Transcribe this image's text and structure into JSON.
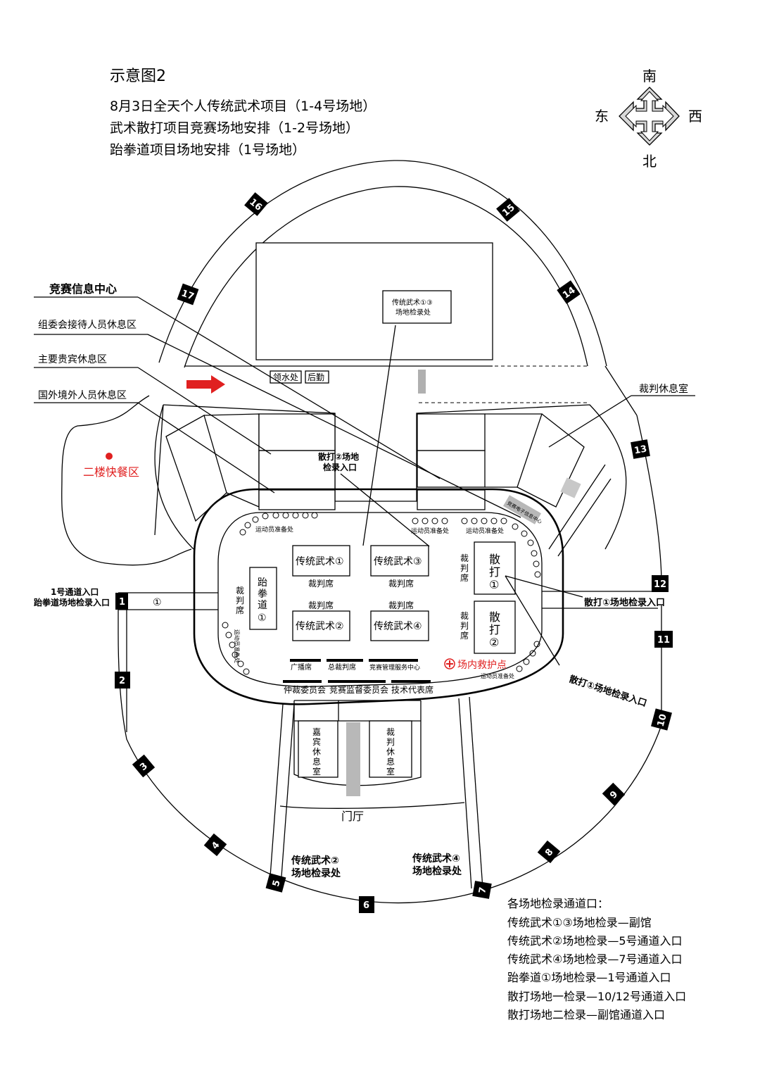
{
  "header": {
    "title": "示意图2",
    "line1": "8月3日全天个人传统武术项目（1-4号场地）",
    "line2": "武术散打项目竞赛场地安排（1-2号场地）",
    "line3": "跆拳道项目场地安排（1号场地）"
  },
  "compass": {
    "north": "北",
    "south": "南",
    "east": "东",
    "west": "西"
  },
  "callouts": {
    "info_center": "竞赛信息中心",
    "organizing_lounge": "组委会接待人员休息区",
    "vip_lounge": "主要贵宾休息区",
    "foreign_lounge": "国外境外人员休息区",
    "referee_lounge": "裁判休息室",
    "snack_area": "二楼快餐区"
  },
  "rooms": {
    "water": "领水处",
    "logistics": "后勤",
    "wushu13_checkin": [
      "传统武术①③",
      "场地检录处"
    ],
    "sanda2_checkin": [
      "散打②场地",
      "检录入口"
    ],
    "electronic_center": "竞赛电子信息中心",
    "athlete_prep": "运动员准备处",
    "broadcast": "广播席",
    "chief_referee": "总裁判席",
    "management_center": "竞赛管理服务中心",
    "arbitration": "仲裁委员会",
    "supervision": "竞赛监督委员会",
    "tech_rep": "技术代表席",
    "guest_lounge": "嘉宾休息室",
    "referee_room": "裁判休息室",
    "lobby": "门厅",
    "first_aid": "场内救护点"
  },
  "venues": {
    "wushu1": "传统武术①",
    "wushu2": "传统武术②",
    "wushu3": "传统武术③",
    "wushu4": "传统武术④",
    "taekwondo": "跆拳道①",
    "sanda1": "散打①",
    "sanda2": "散打②",
    "referee_seat": "裁判席",
    "circle_one": "①"
  },
  "entrances": {
    "gate1_line1": "1号通道入口",
    "gate1_line2": "跆拳道场地检录入口",
    "sanda1_east": "散打①场地检录入口",
    "sanda1_diag": "散打①场地检录入口",
    "wushu2_line1": "传统武术②",
    "wushu2_line2": "场地检录处",
    "wushu4_line1": "传统武术④",
    "wushu4_line2": "场地检录处"
  },
  "gates": [
    "1",
    "2",
    "3",
    "4",
    "5",
    "6",
    "7",
    "8",
    "9",
    "10",
    "11",
    "12",
    "13",
    "14",
    "15",
    "16",
    "17"
  ],
  "legend": {
    "title": "各场地检录通道口：",
    "items": [
      "传统武术①③场地检录—副馆",
      "传统武术②场地检录—5号通道入口",
      "传统武术④场地检录—7号通道入口",
      "跆拳道①场地检录—1号通道入口",
      "散打场地一检录—10/12号通道入口",
      "散打场地二检录—副馆通道入口"
    ]
  },
  "colors": {
    "accent": "#e02020",
    "gray": "#b0b0b0",
    "ink": "#000000"
  }
}
